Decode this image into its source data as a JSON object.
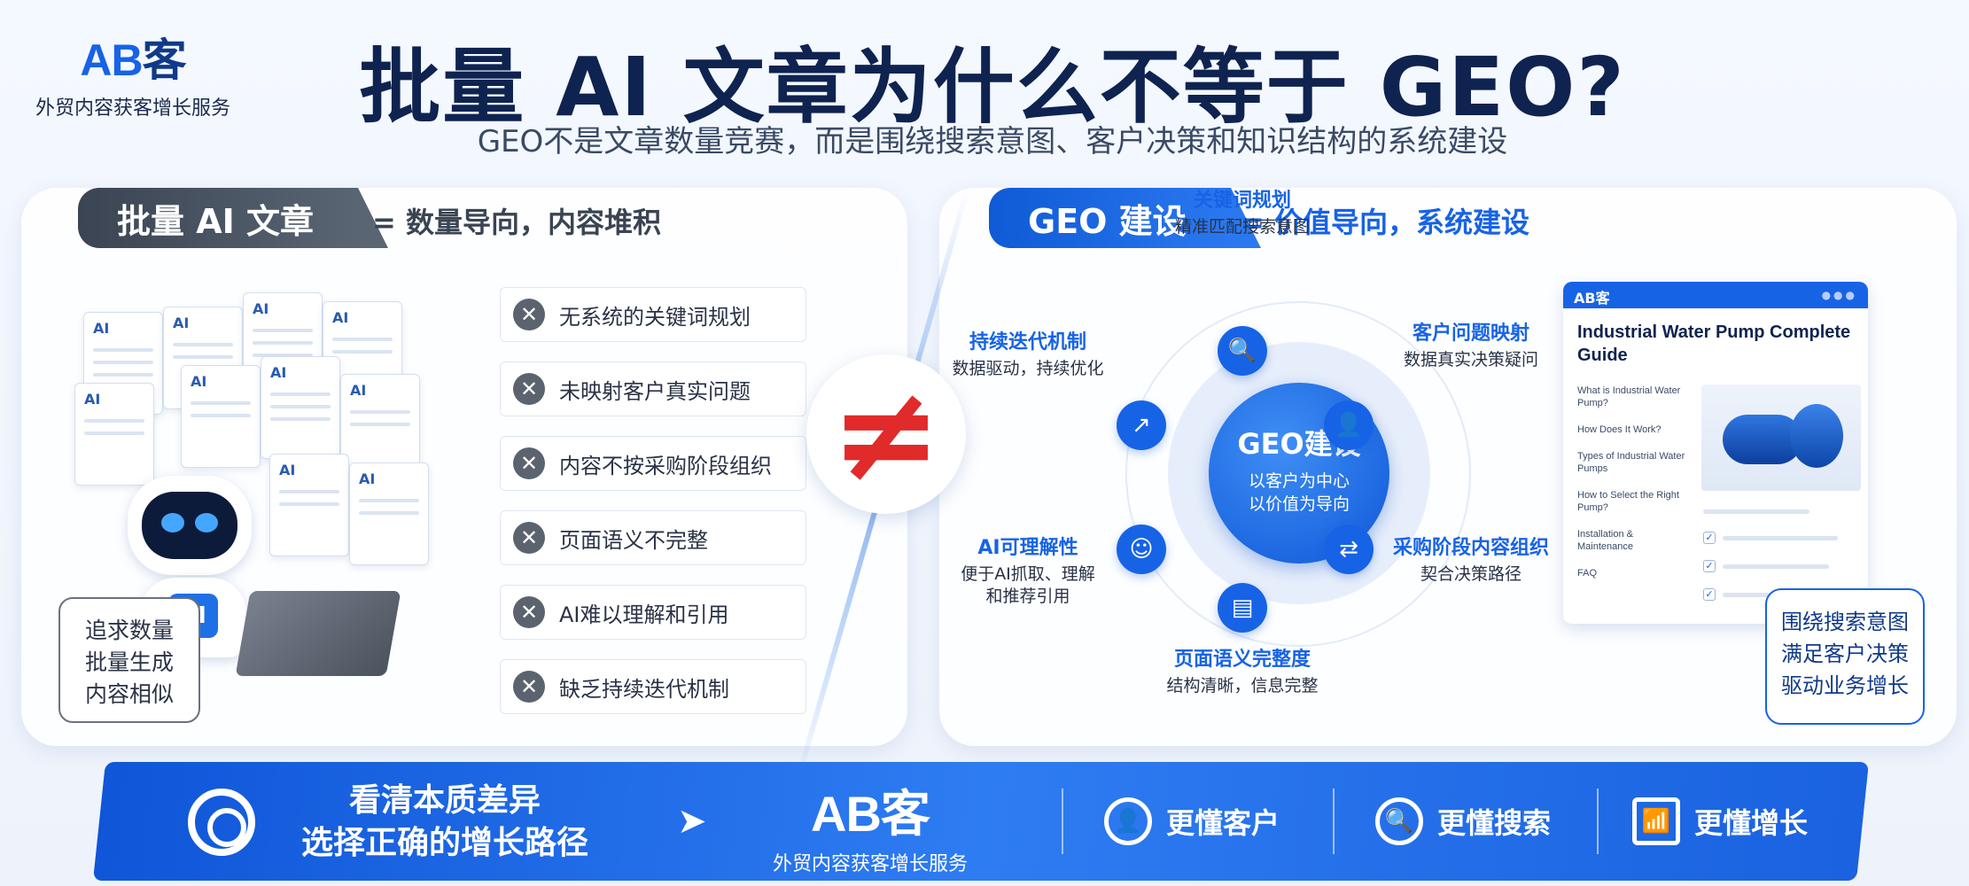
{
  "brand": {
    "mark": "AB",
    "mark_suffix": "客",
    "tagline": "外贸内容获客增长服务"
  },
  "title": "批量 AI 文章为什么不等于 GEO?",
  "subtitle": "GEO不是文章数量竞赛，而是围绕搜索意图、客户决策和知识结构的系统建设",
  "left": {
    "tag": "批量 AI 文章",
    "tag_note": "= 数量导向，内容堆积",
    "problems": [
      "无系统的关键词规划",
      "未映射客户真实问题",
      "内容不按采购阶段组织",
      "页面语义不完整",
      "AI难以理解和引用",
      "缺乏持续迭代机制"
    ],
    "doc_label": "AI",
    "robot_badge": "AI",
    "summary": [
      "追求数量",
      "批量生成",
      "内容相似"
    ]
  },
  "not_equal": "≠",
  "right": {
    "tag": "GEO 建设",
    "tag_note": "= 价值导向，系统建设",
    "core": {
      "title": "GEO建设",
      "line1": "以客户为中心",
      "line2": "以价值为导向"
    },
    "nodes": [
      {
        "title": "关键词规划",
        "desc": "精准匹配搜索意图",
        "icon": "🔍"
      },
      {
        "title": "客户问题映射",
        "desc": "数据真实决策疑问",
        "icon": "👤"
      },
      {
        "title": "采购阶段内容组织",
        "desc": "契合决策路径",
        "icon": "⇄"
      },
      {
        "title": "页面语义完整度",
        "desc": "结构清晰，信息完整",
        "icon": "▤"
      },
      {
        "title": "AI可理解性",
        "desc": "便于AI抓取、理解\n和推荐引用",
        "icon": "☺"
      },
      {
        "title": "持续迭代机制",
        "desc": "数据驱动，持续优化",
        "icon": "↗"
      }
    ],
    "guide": {
      "brand": "AB客",
      "title": "Industrial Water Pump Complete Guide",
      "toc": [
        "What is Industrial Water Pump?",
        "How Does It Work?",
        "Types of Industrial Water Pumps",
        "How to Select the Right Pump?",
        "Installation & Maintenance",
        "FAQ"
      ]
    },
    "benefits": [
      "围绕搜索意图",
      "满足客户决策",
      "驱动业务增长"
    ]
  },
  "banner": {
    "slogan_line1": "看清本质差异",
    "slogan_line2": "选择正确的增长路径",
    "logo": "AB客",
    "logo_sub": "外贸内容获客增长服务",
    "items": [
      {
        "label": "更懂客户",
        "icon": "👤"
      },
      {
        "label": "更懂搜索",
        "icon": "🔍"
      },
      {
        "label": "更懂增长",
        "icon": "📶"
      }
    ]
  },
  "colors": {
    "accent": "#1763e6",
    "dark": "#0f2350",
    "danger": "#e12a2a",
    "neutral": "#5b636e"
  }
}
